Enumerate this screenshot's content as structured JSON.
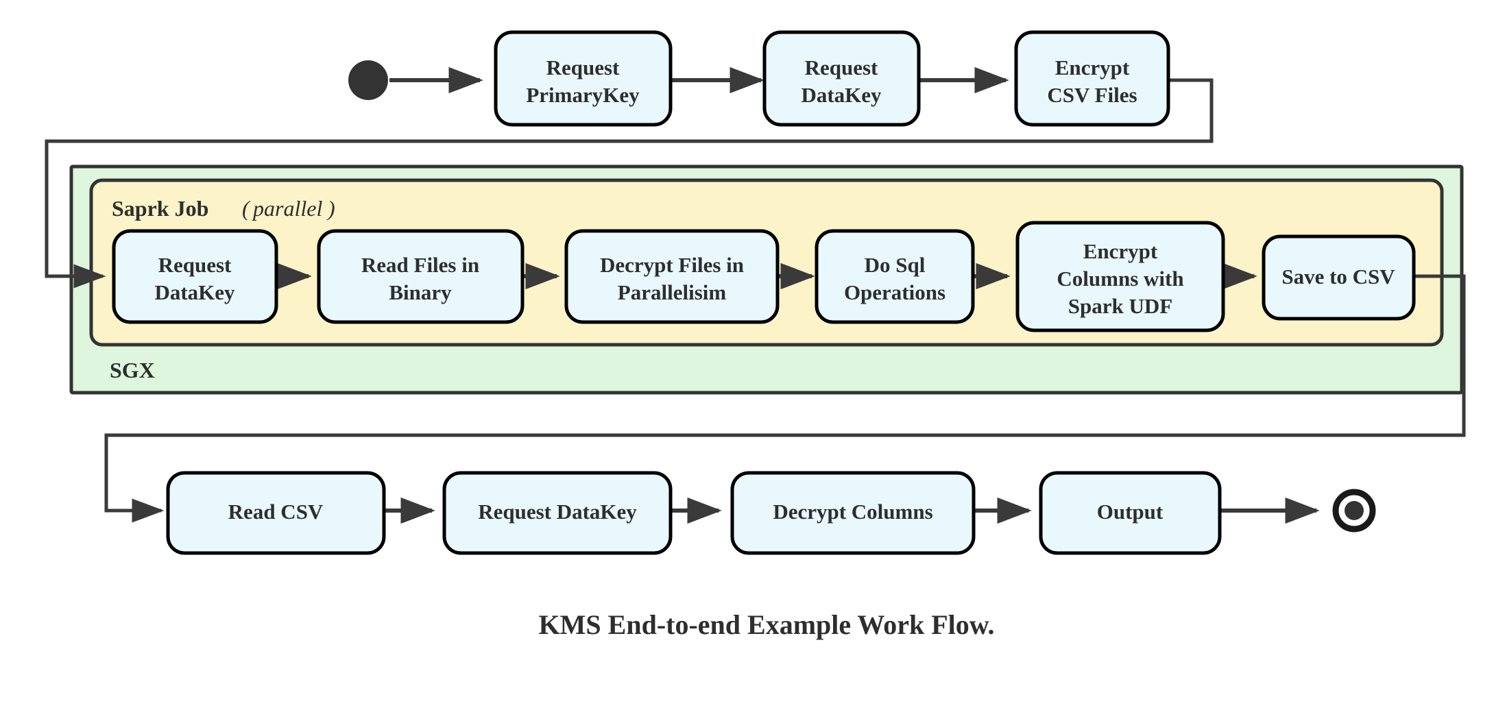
{
  "diagram": {
    "title": "KMS End-to-end Example Work Flow.",
    "type": "activity-workflow",
    "colors": {
      "node_fill": "#e8f8fd",
      "node_stroke": "#000000",
      "sgx_group_fill": "#ddf6dd",
      "spark_group_fill": "#fdf3c8",
      "group_stroke": "#333333",
      "edge": "#3a3a3a",
      "text": "#2e2e2e",
      "background": "#ffffff"
    },
    "markers": {
      "start": "start-state-dot",
      "end": "final-state-ring"
    },
    "groups": [
      {
        "id": "sgx",
        "label": "SGX",
        "label_position": "bottom-left",
        "fill": "#ddf6dd"
      },
      {
        "id": "spark-job",
        "label_bold": "Saprk Job",
        "label_paren_open": "(",
        "label_italic": "parallel",
        "label_paren_close": ")",
        "label_position": "top-left",
        "fill": "#fdf3c8"
      }
    ],
    "rows": {
      "top": [
        {
          "id": "request-primarykey",
          "lines": [
            "Request",
            "PrimaryKey"
          ]
        },
        {
          "id": "request-datakey-top",
          "lines": [
            "Request",
            "DataKey"
          ]
        },
        {
          "id": "encrypt-csv-files",
          "lines": [
            "Encrypt",
            "CSV Files"
          ]
        }
      ],
      "middle": [
        {
          "id": "request-datakey-mid",
          "lines": [
            "Request",
            "DataKey"
          ]
        },
        {
          "id": "read-files-in-binary",
          "lines": [
            "Read Files in",
            "Binary"
          ]
        },
        {
          "id": "decrypt-files-in-parallelisim",
          "lines": [
            "Decrypt Files in",
            "Parallelisim"
          ]
        },
        {
          "id": "do-sql-operations",
          "lines": [
            "Do Sql",
            "Operations"
          ]
        },
        {
          "id": "encrypt-columns-with-spark-udf",
          "lines": [
            "Encrypt",
            "Columns with",
            "Spark UDF"
          ]
        },
        {
          "id": "save-to-csv",
          "lines": [
            "Save to CSV"
          ]
        }
      ],
      "bottom": [
        {
          "id": "read-csv",
          "lines": [
            "Read CSV"
          ]
        },
        {
          "id": "request-datakey-bottom",
          "lines": [
            "Request DataKey"
          ]
        },
        {
          "id": "decrypt-columns",
          "lines": [
            "Decrypt Columns"
          ]
        },
        {
          "id": "output",
          "lines": [
            "Output"
          ]
        }
      ]
    },
    "edges": [
      {
        "from": "start",
        "to": "request-primarykey"
      },
      {
        "from": "request-primarykey",
        "to": "request-datakey-top"
      },
      {
        "from": "request-datakey-top",
        "to": "encrypt-csv-files"
      },
      {
        "from": "encrypt-csv-files",
        "to": "request-datakey-mid",
        "routing": "right-down-left-right"
      },
      {
        "from": "request-datakey-mid",
        "to": "read-files-in-binary"
      },
      {
        "from": "read-files-in-binary",
        "to": "decrypt-files-in-parallelisim"
      },
      {
        "from": "decrypt-files-in-parallelisim",
        "to": "do-sql-operations"
      },
      {
        "from": "do-sql-operations",
        "to": "encrypt-columns-with-spark-udf"
      },
      {
        "from": "encrypt-columns-with-spark-udf",
        "to": "save-to-csv"
      },
      {
        "from": "save-to-csv",
        "to": "read-csv",
        "routing": "right-down-left-right"
      },
      {
        "from": "read-csv",
        "to": "request-datakey-bottom"
      },
      {
        "from": "request-datakey-bottom",
        "to": "decrypt-columns"
      },
      {
        "from": "decrypt-columns",
        "to": "output"
      },
      {
        "from": "output",
        "to": "end"
      }
    ]
  }
}
